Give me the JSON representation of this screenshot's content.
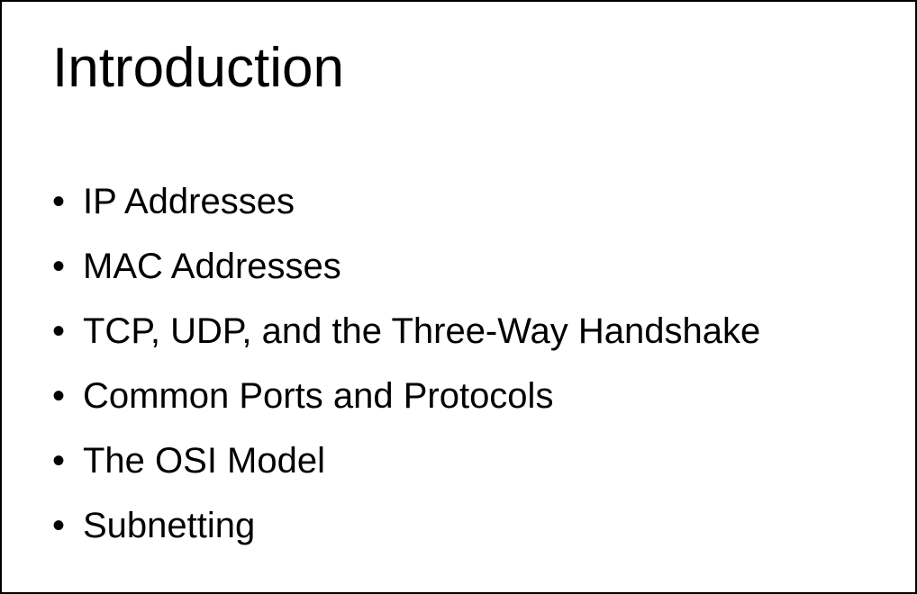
{
  "slide": {
    "title": "Introduction",
    "bullets": [
      {
        "text": "IP Addresses"
      },
      {
        "text": "MAC Addresses"
      },
      {
        "text": "TCP, UDP, and the Three-Way Handshake"
      },
      {
        "text": "Common Ports and Protocols"
      },
      {
        "text": "The OSI Model"
      },
      {
        "text": "Subnetting"
      }
    ],
    "bullet_glyph": "•",
    "colors": {
      "background": "#ffffff",
      "text": "#000000",
      "border": "#000000"
    }
  }
}
